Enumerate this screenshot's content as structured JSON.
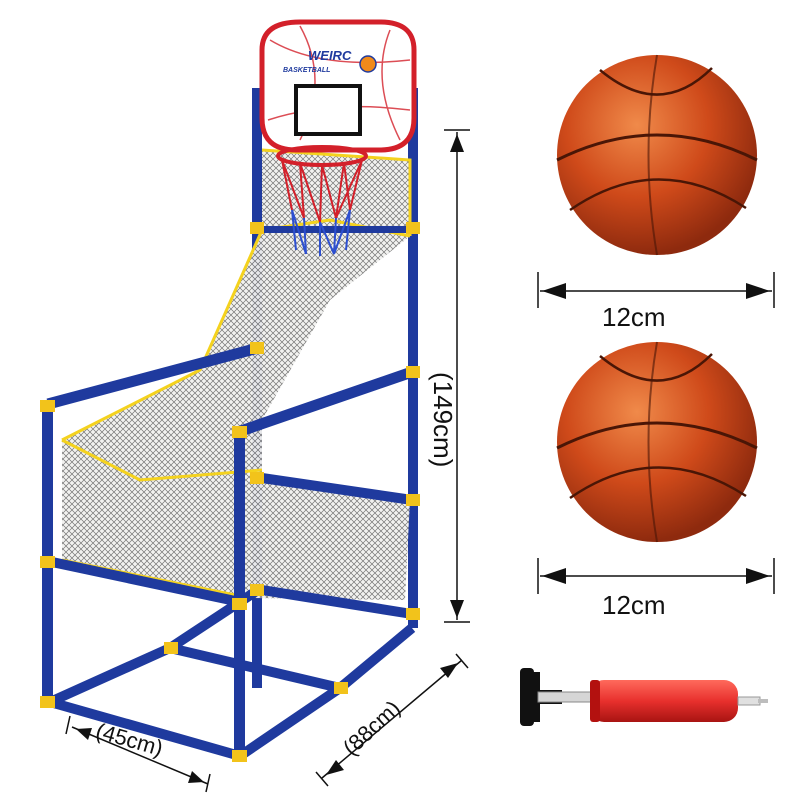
{
  "product": {
    "board_logo_text": "WEIRC",
    "board_logo_subtext": "BASKETBALL",
    "colors": {
      "frame": "#1f3a9e",
      "joint": "#f2c31b",
      "net_edge": "#f4d21e",
      "backboard_red": "#d3202a",
      "ball": "#c9461c",
      "pump": "#e8302d"
    }
  },
  "dimensions": {
    "ball_1": "12cm",
    "ball_2": "12cm",
    "height": "(149cm)",
    "depth": "(88cm)",
    "width": "(45cm)"
  },
  "icons": [
    "basketball-hoop-stand",
    "basketball",
    "basketball",
    "hand-pump",
    "dimension-arrow"
  ]
}
